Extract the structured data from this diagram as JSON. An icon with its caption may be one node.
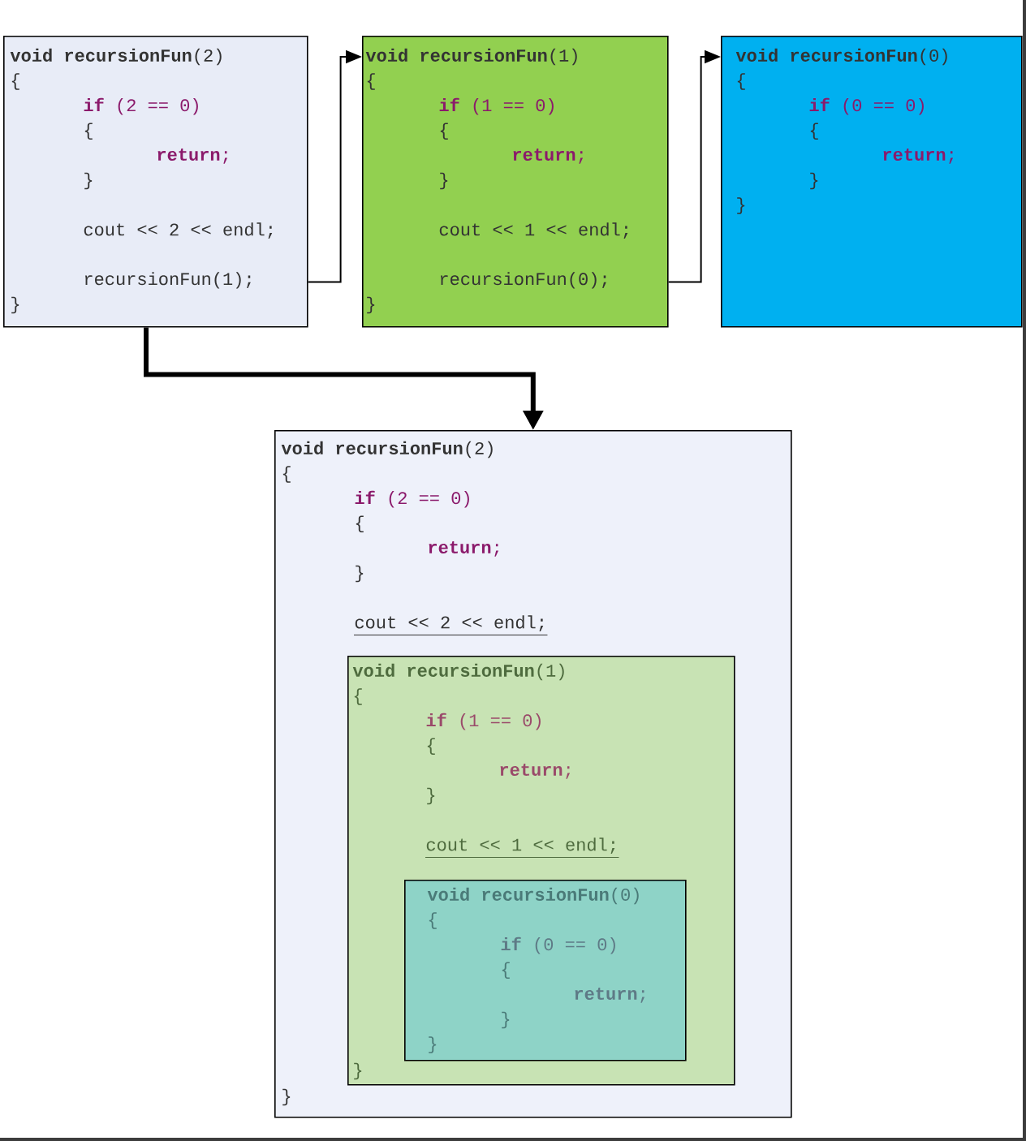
{
  "diagram": {
    "nodes": [
      {
        "text": [
          "**void recursionFun**(2)",
          "{",
          "**if** (2 == 0)",
          "{",
          "**return**;",
          "}",
          "cout << 2 << endl;",
          "recursionFun(1);",
          "}"
        ]
      },
      {
        "text": [
          "**void recursionFun**(1)",
          "{",
          "**if** (1 == 0)",
          "{",
          "**return**;",
          "}",
          "cout << 1 << endl;",
          "recursionFun(0);",
          "}"
        ]
      },
      {
        "text": [
          "**void recursionFun**(0)",
          "{",
          "**if** (0 == 0)",
          "{",
          "**return**;",
          "}",
          "}"
        ]
      },
      {
        "text": [
          "**void recursionFun**(2)",
          "{",
          "**if** (2 == 0)",
          "{",
          "**return**;",
          "}",
          "cout << 2 << endl;",
          "}"
        ]
      },
      {
        "text": [
          "**void recursionFun**(1)",
          "{",
          "**if** (1 == 0)",
          "{",
          "**return**;",
          "}",
          "cout << 1 << endl;",
          "}"
        ],
        "in": 3
      },
      {
        "text": [
          "**void recursionFun**(0)",
          "{",
          "**if** (0 == 0)",
          "{",
          "**return**;",
          "}",
          "}"
        ],
        "in": 4
      }
    ],
    "edges": [
      {
        "from": 0,
        "to": 1,
        "arrow": "to"
      },
      {
        "from": 1,
        "to": 2,
        "arrow": "to"
      },
      {
        "from": 0,
        "to": 3,
        "arrow": "to",
        "style": "thick"
      }
    ]
  }
}
